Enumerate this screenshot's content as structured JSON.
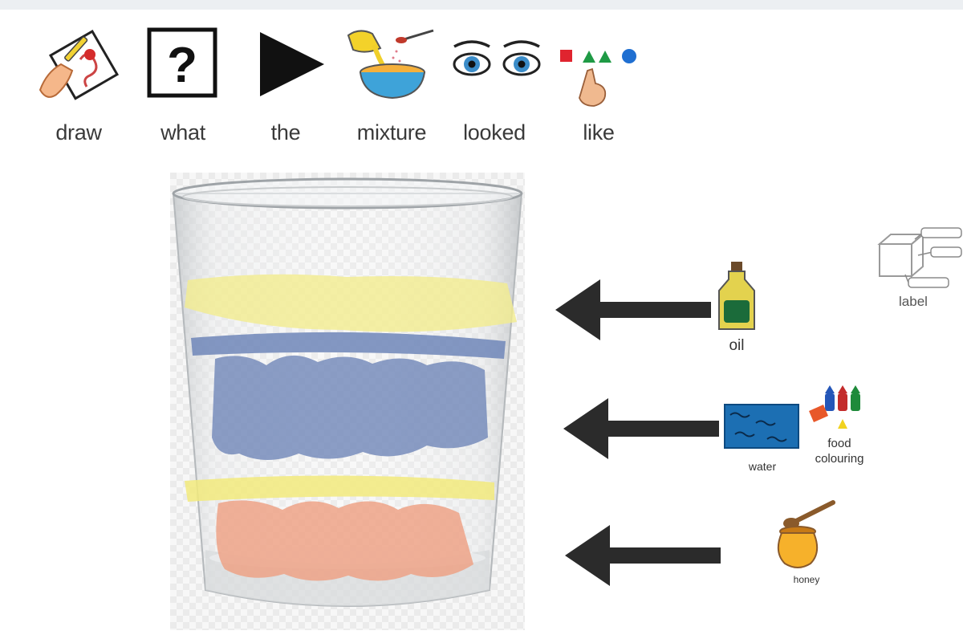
{
  "sentence": {
    "words": [
      "draw",
      "what",
      "the",
      "mixture",
      "looked",
      "like"
    ],
    "question_mark": "?"
  },
  "ingredients": {
    "oil": "oil",
    "water": "water",
    "food_colouring_line1": "food",
    "food_colouring_line2": "colouring",
    "honey": "honey",
    "label": "label"
  },
  "colors": {
    "oil_layer": "#f3ec8e",
    "water_layer": "#6f86b8",
    "divider_layer": "#f2ea7c",
    "honey_layer": "#eea082",
    "arrow": "#2b2b2b"
  }
}
